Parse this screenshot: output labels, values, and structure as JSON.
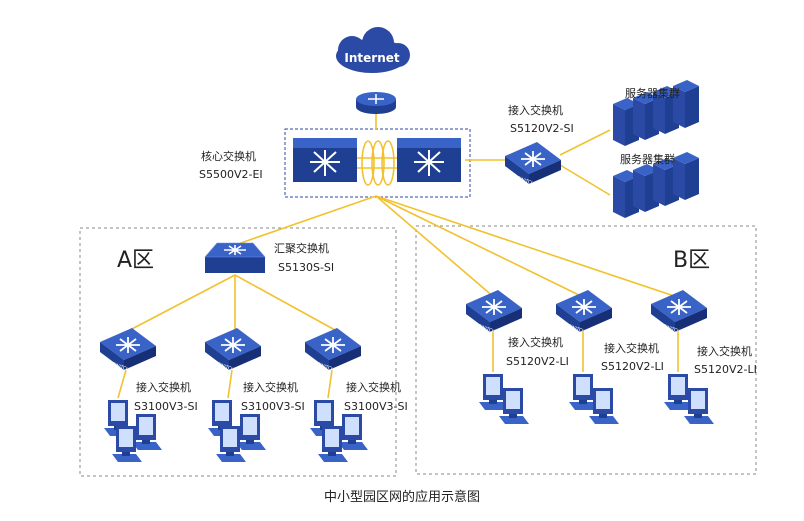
{
  "colors": {
    "link": "#f2c12e",
    "device_dark": "#1f3f93",
    "device_light": "#3a63c8",
    "frame": "#8a8a8a"
  },
  "internet": {
    "label": "Internet",
    "icon": "cloud-icon"
  },
  "router": {
    "icon": "router-icon"
  },
  "core": {
    "title": "核心交换机",
    "model": "S5500V2-EI",
    "icon": "core-switch-icon"
  },
  "access_top": {
    "title": "接入交换机",
    "model": "S5120V2-SI",
    "icon": "access-switch-icon"
  },
  "servers": [
    {
      "label": "服务器集群",
      "icon": "server-cluster-icon"
    },
    {
      "label": "服务器集群",
      "icon": "server-cluster-icon"
    }
  ],
  "zone_a": {
    "title": "A区",
    "aggregation": {
      "title": "汇聚交换机",
      "model": "S5130S-SI",
      "icon": "aggregation-switch-icon"
    },
    "switches": [
      {
        "title": "接入交换机",
        "model": "S3100V3-SI"
      },
      {
        "title": "接入交换机",
        "model": "S3100V3-SI"
      },
      {
        "title": "接入交换机",
        "model": "S3100V3-SI"
      }
    ]
  },
  "zone_b": {
    "title": "B区",
    "switches": [
      {
        "title": "接入交换机",
        "model": "S5120V2-LI"
      },
      {
        "title": "接入交换机",
        "model": "S5120V2-LI"
      },
      {
        "title": "接入交换机",
        "model": "S5120V2-LI"
      }
    ]
  },
  "switch_badge": "SWITCH",
  "caption": "中小型园区网的应用示意图"
}
